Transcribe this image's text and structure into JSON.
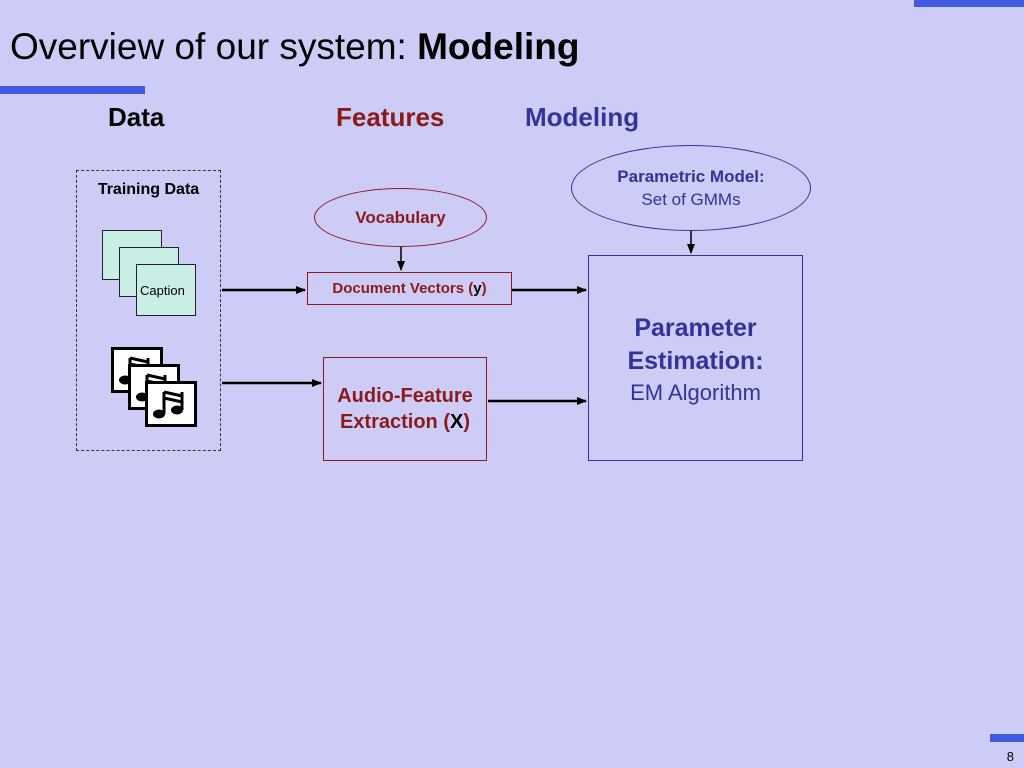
{
  "title": {
    "normal": "Overview of our system: ",
    "bold": "Modeling"
  },
  "columns": {
    "data": "Data",
    "features": "Features",
    "modeling": "Modeling"
  },
  "training_data": {
    "label": "Training Data",
    "caption": "Caption"
  },
  "vocabulary": "Vocabulary",
  "document_vectors": {
    "text": "Document Vectors (",
    "var": "y",
    "close": ")"
  },
  "audio_feature": {
    "line1": "Audio-Feature",
    "line2": "Extraction (",
    "var": "X",
    "close": ")"
  },
  "parametric_model": {
    "line1": "Parametric Model:",
    "line2": "Set of GMMs"
  },
  "parameter_estimation": {
    "line1": "Parameter",
    "line2": "Estimation:",
    "line3": "EM Algorithm"
  },
  "page_number": "8",
  "colors": {
    "background": "#ccccf6",
    "accent": "#3f5ae0",
    "features_red": "#8b1a1a",
    "modeling_blue": "#333399",
    "caption_fill": "#c9eee6"
  }
}
